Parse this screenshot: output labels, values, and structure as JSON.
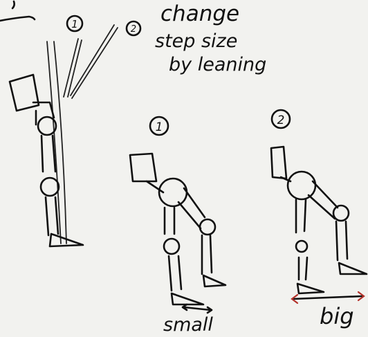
{
  "annotations": {
    "marker_1": "1",
    "marker_2": "2",
    "caption_line1": "change",
    "caption_line2": "step size",
    "caption_line3": "by leaning",
    "figure_a_label": "1",
    "figure_b_label": "2",
    "small_label": "small",
    "big_label": "big"
  },
  "colors": {
    "ink": "#111111",
    "paper": "#f2f2ef",
    "arrow_accent": "#b3312a"
  }
}
